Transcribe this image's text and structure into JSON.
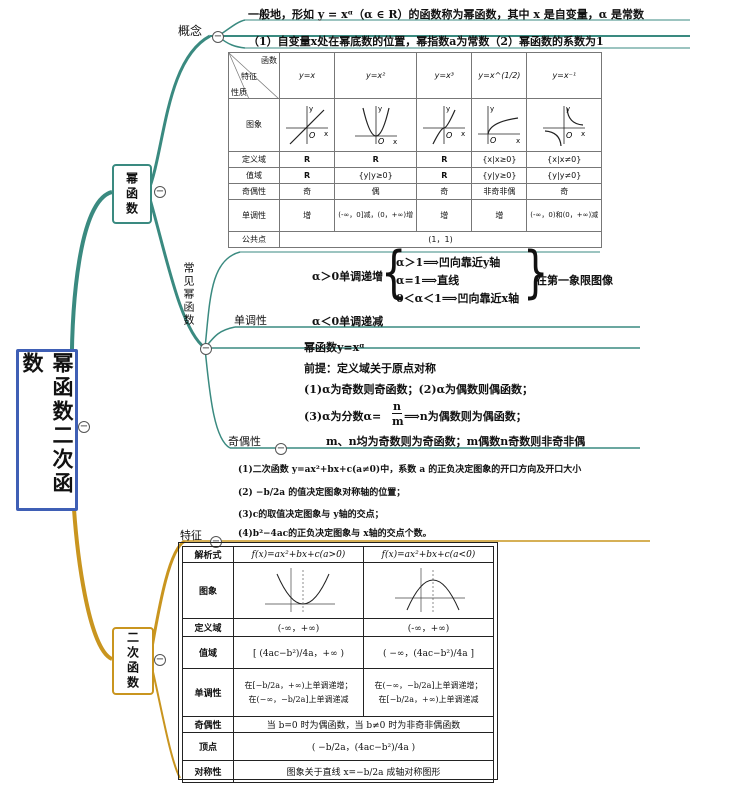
{
  "root": {
    "title": "幂函数二次函数"
  },
  "power": {
    "node_label": "幂函数",
    "concept_label": "概念",
    "concept_line1": "一般地，形如 y = xᵅ（α ∈ R）的函数称为幂函数，其中 x 是自变量，α 是常数",
    "concept_line2": "（1）自变量x处在幂底数的位置，幂指数a为常数（2）幂函数的系数为1",
    "table": {
      "corner": [
        "函数",
        "特征",
        "性质"
      ],
      "functions": [
        "y=x",
        "y=x²",
        "y=x³",
        "y=x^(1/2)",
        "y=x⁻¹"
      ],
      "rows": [
        {
          "label": "图象",
          "cells": [
            "",
            "",
            "",
            "",
            ""
          ]
        },
        {
          "label": "定义域",
          "cells": [
            "R",
            "R",
            "R",
            "{x|x≥0}",
            "{x|x≠0}"
          ]
        },
        {
          "label": "值域",
          "cells": [
            "R",
            "{y|y≥0}",
            "R",
            "{y|y≥0}",
            "{y|y≠0}"
          ]
        },
        {
          "label": "奇偶性",
          "cells": [
            "奇",
            "偶",
            "奇",
            "非奇非偶",
            "奇"
          ]
        },
        {
          "label": "单调性",
          "cells": [
            "增",
            "(-∞，0]减，(0，+∞)增",
            "增",
            "增",
            "(-∞，0)和(0，+∞)减"
          ]
        }
      ],
      "common_point_label": "公共点",
      "common_point": "(1，1)"
    },
    "common_label": "常见幂函数",
    "mono_label": "单调性",
    "mono_pos_lead": "α＞0单调递增",
    "mono_cases": [
      "α＞1⟹凹向靠近y轴",
      "α=1⟹直线",
      "0＜α＜1⟹凹向靠近x轴"
    ],
    "mono_first_quadrant": "在第一象限图像",
    "mono_neg": "α＜0单调递减",
    "parity_label": "奇偶性",
    "parity_lines": [
      "幂函数y=xᵅ",
      "前提：定义域关于原点对称",
      "(1)α为奇数则奇函数；(2)α为偶数则偶函数；"
    ],
    "parity_frac_pre": "(3)α为分数α=",
    "parity_frac_num": "n",
    "parity_frac_den": "m",
    "parity_frac_post": "⟹n为偶数则为偶函数；",
    "parity_last": "m、n均为奇数则为奇函数；m偶数n奇数则非奇非偶"
  },
  "quadratic": {
    "node_label": "二次函数",
    "feature_label": "特征",
    "features": [
      "(1)二次函数 y=ax²+bx+c(a≠0)中，系数 a 的正负决定图象的开口方向及开口大小",
      "(2) −b/2a 的值决定图象对称轴的位置；",
      "(3)c的取值决定图象与 y轴的交点；",
      "(4)b²−4ac的正负决定图象与 x轴的交点个数。"
    ],
    "table": {
      "headers": [
        "解析式",
        "f(x)=ax²+bx+c(a>0)",
        "f(x)=ax²+bx+c(a<0)"
      ],
      "graph_label": "图象",
      "domain_label": "定义域",
      "domain": [
        "(-∞，+∞)",
        "(-∞，+∞)"
      ],
      "range_label": "值域",
      "range": [
        "[ (4ac−b²)/4a，+∞ )",
        "( −∞，(4ac−b²)/4a ]"
      ],
      "mono_label": "单调性",
      "mono_pos": [
        "在[−b/2a，+∞)上单调递增；",
        "在(−∞，−b/2a]上单调递减"
      ],
      "mono_neg": [
        "在(−∞，−b/2a]上单调递增；",
        "在[−b/2a，+∞)上单调递减"
      ],
      "parity_label": "奇偶性",
      "parity": "当 b=0 时为偶函数，当 b≠0 时为非奇非偶函数",
      "vertex_label": "顶点",
      "vertex": "( −b/2a，(4ac−b²)/4a )",
      "axis_label": "对称性",
      "axis": "图象关于直线 x=−b/2a 成轴对称图形"
    }
  },
  "colors": {
    "teal": "#3a8a80",
    "gold": "#c9951f",
    "root_border": "#3f5fb5"
  }
}
